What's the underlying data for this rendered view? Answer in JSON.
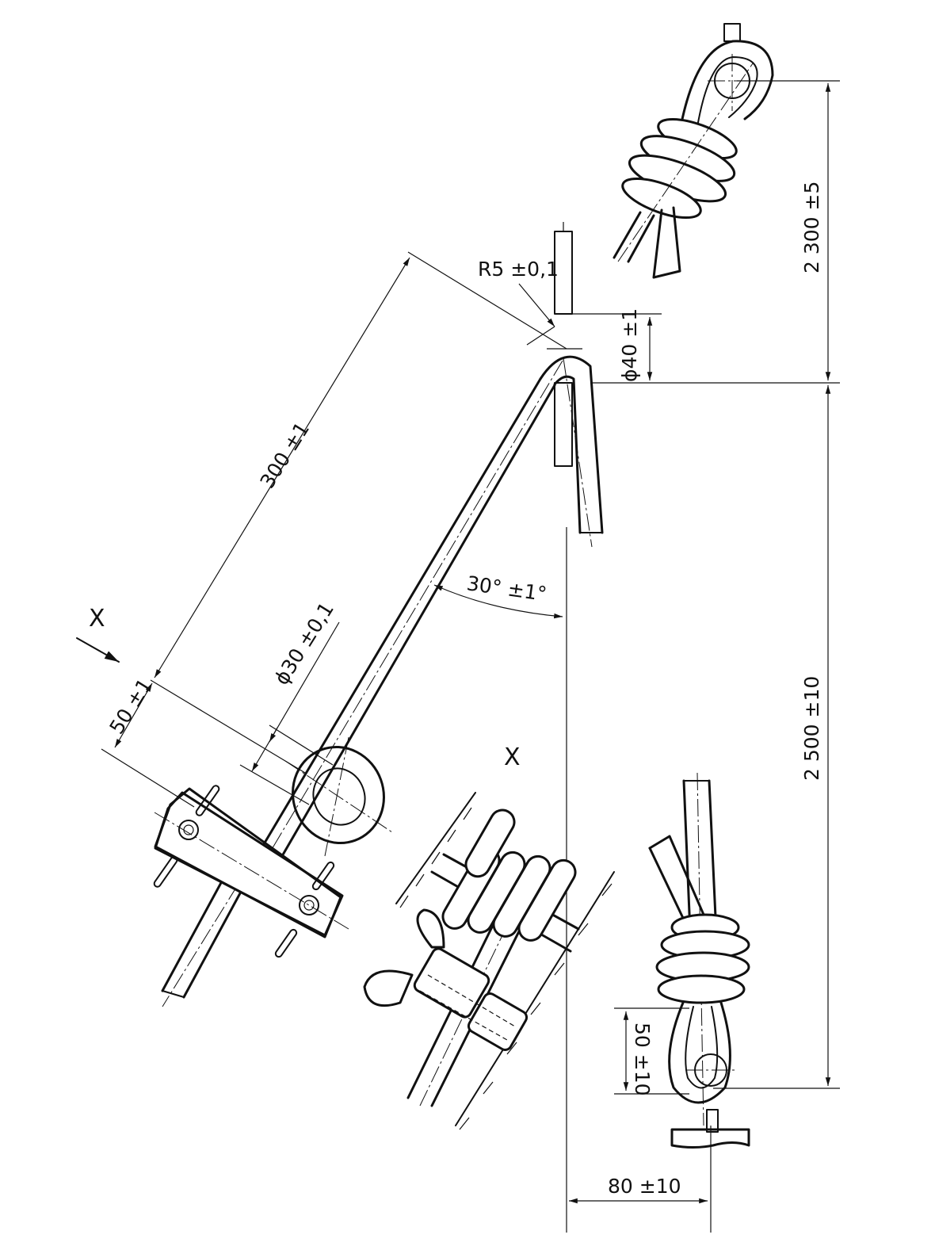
{
  "drawing": {
    "view_label": "X",
    "section_label": "X",
    "dims": {
      "radius": "R5 ±0,1",
      "length_300": "300 ±1",
      "dia_30": "ϕ30 ±0,1",
      "length_50": "50 ±1",
      "angle": "30° ±1°",
      "dia_40": "ϕ40 ±1",
      "height_2300": "2 300 ±5",
      "height_2500": "2 500 ±10",
      "loop_50": "50 ±10",
      "offset_80": "80 ±10"
    }
  }
}
